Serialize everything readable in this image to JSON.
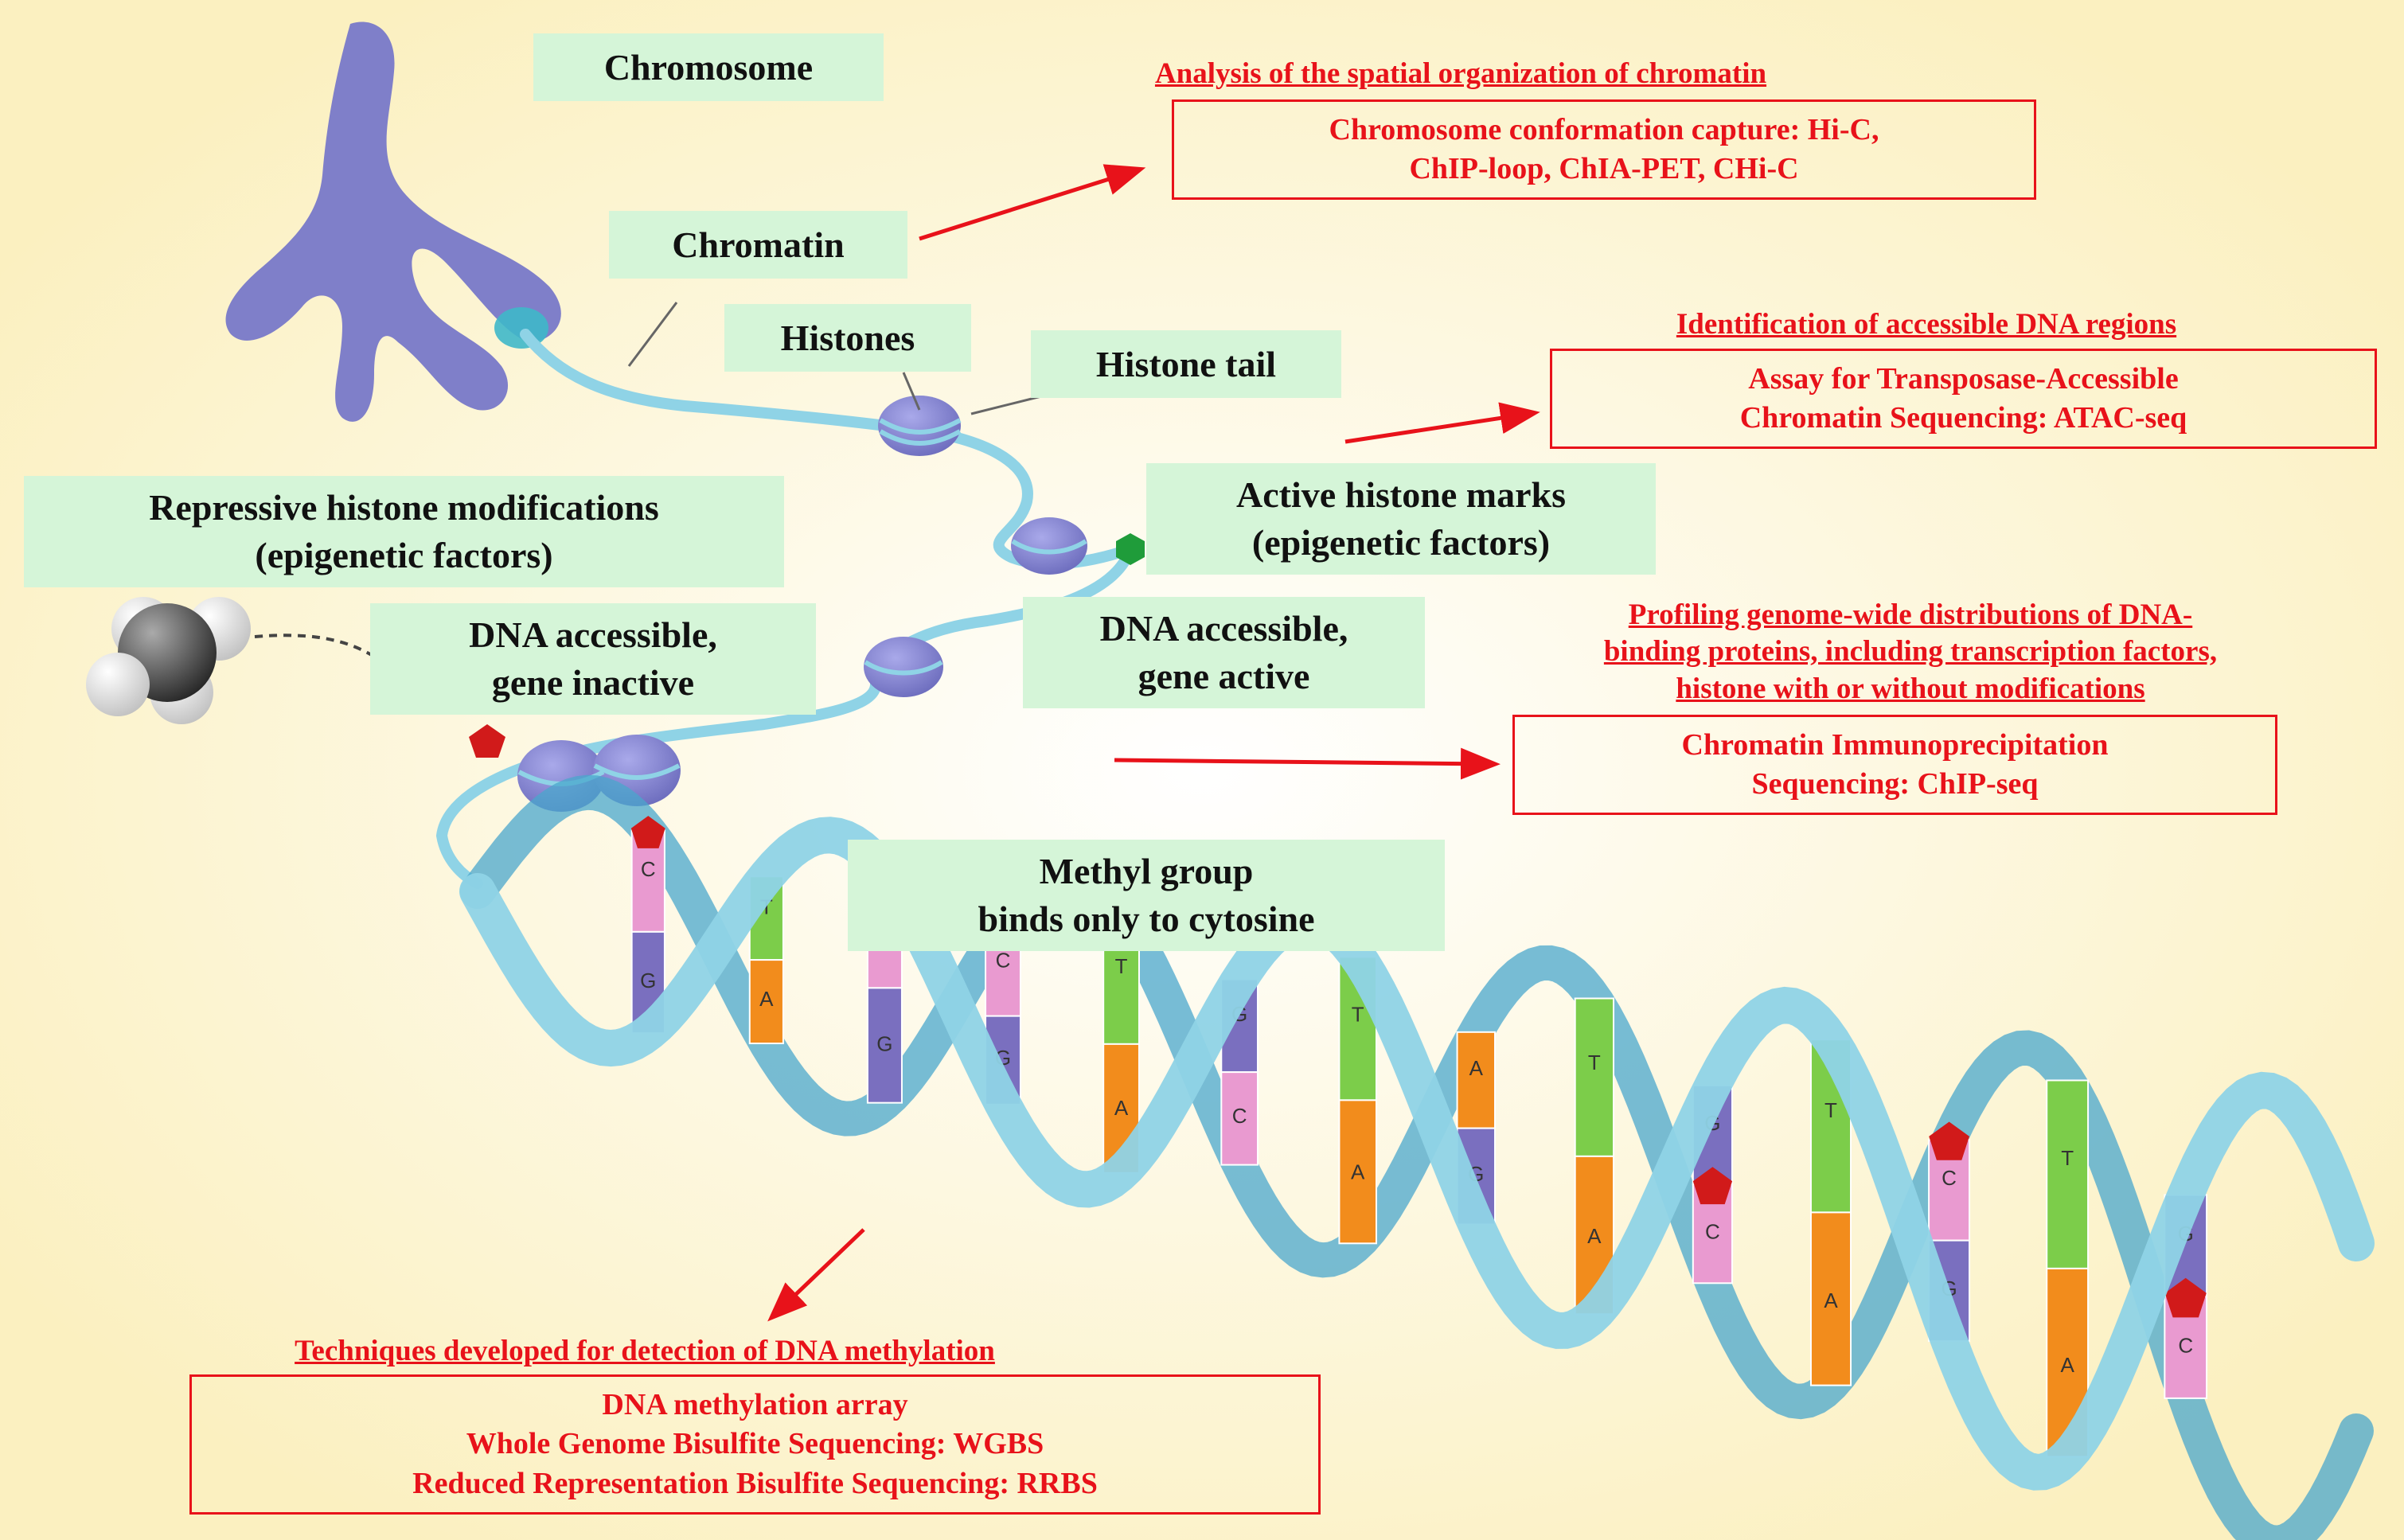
{
  "labels": {
    "chromosome": "Chromosome",
    "chromatin": "Chromatin",
    "histones": "Histones",
    "histone_tail": "Histone tail",
    "repressive": [
      "Repressive histone modifications",
      "(epigenetic factors)"
    ],
    "active_marks": [
      "Active histone marks",
      "(epigenetic factors)"
    ],
    "dna_inactive": [
      "DNA accessible,",
      "gene inactive"
    ],
    "dna_active": [
      "DNA accessible,",
      "gene active"
    ],
    "methyl": [
      "Methyl group",
      "binds only to cytosine"
    ]
  },
  "techniques": {
    "spatial": {
      "title": [
        "Analysis of the spatial organization of chromatin"
      ],
      "methods": [
        "Chromosome conformation capture: Hi-C,",
        "ChIP-loop, ChIA-PET, CHi-C"
      ]
    },
    "accessible": {
      "title": [
        "Identification of accessible DNA regions"
      ],
      "methods": [
        "Assay for Transposase-Accessible",
        "Chromatin Sequencing: ATAC-seq"
      ]
    },
    "profiling": {
      "title": [
        "Profiling genome-wide distributions of DNA-",
        "binding proteins, including transcription factors,",
        "histone with or without modifications"
      ],
      "methods": [
        "Chromatin Immunoprecipitation",
        "Sequencing: ChIP-seq"
      ]
    },
    "methylation": {
      "title": [
        "Techniques developed for detection of DNA methylation"
      ],
      "methods": [
        "DNA methylation array",
        "Whole Genome Bisulfite Sequencing: WGBS",
        "Reduced Representation Bisulfite Sequencing: RRBS"
      ]
    }
  },
  "base_pairs": [
    {
      "top": "C",
      "bottom": "G",
      "methyl": true
    },
    {
      "top": "T",
      "bottom": "A",
      "methyl": false
    },
    {
      "top": "C",
      "bottom": "G",
      "methyl": true
    },
    {
      "top": "C",
      "bottom": "G",
      "methyl": true
    },
    {
      "top": "T",
      "bottom": "A",
      "methyl": false
    },
    {
      "top": "G",
      "bottom": "C",
      "methyl": false
    },
    {
      "top": "T",
      "bottom": "A",
      "methyl": false
    },
    {
      "top": "A",
      "bottom": "G",
      "methyl": false
    },
    {
      "top": "T",
      "bottom": "A",
      "methyl": false
    },
    {
      "top": "G",
      "bottom": "C",
      "methyl": true
    },
    {
      "top": "T",
      "bottom": "A",
      "methyl": false
    },
    {
      "top": "C",
      "bottom": "G",
      "methyl": true
    },
    {
      "top": "T",
      "bottom": "A",
      "methyl": false
    },
    {
      "top": "G",
      "bottom": "C",
      "methyl": true
    }
  ],
  "colors": {
    "arrow": "#e8121a",
    "label_bg": "#d5f5d8",
    "chromosome": "#7f7fc9",
    "fiber": "#8fd3e6",
    "histone": "#8a8ad0",
    "A": "#f28c1c",
    "T": "#7ccd4a",
    "G": "#7a6fbf",
    "C": "#e99ad0",
    "methyl": "#d11a1a",
    "active_mark": "#1f9c3a"
  }
}
